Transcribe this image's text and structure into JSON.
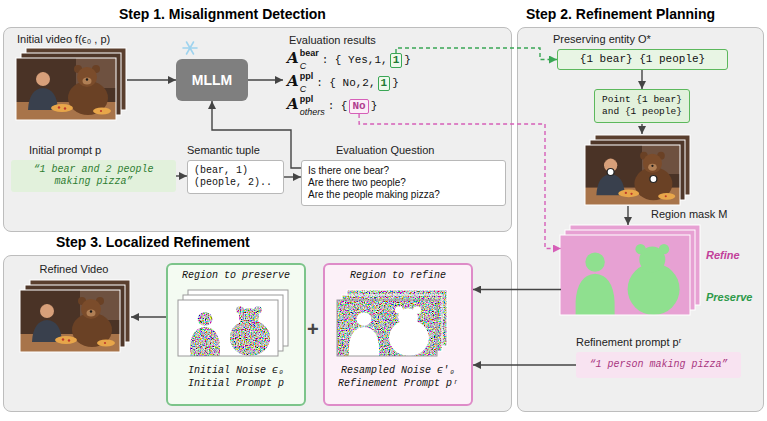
{
  "diagram": {
    "nodes": [
      {
        "text": [
          "Step 1. Misalignment Detection"
        ]
      },
      {
        "text": [
          "Initial video f(ϵ₀ , p)"
        ],
        "in": 0
      },
      {
        "text": [
          "MLLM"
        ],
        "in": 0
      },
      {
        "text": [
          "Evaluation results"
        ],
        "in": 0
      },
      {
        "text": [
          "1"
        ],
        "in": 3
      },
      {
        "text": [
          "1"
        ],
        "in": 3
      },
      {
        "text": [
          "No"
        ],
        "in": 3
      },
      {
        "text": [
          "Initial prompt p",
          "“1 bear and 2 people making pizza”"
        ],
        "in": 0
      },
      {
        "text": [
          "Semantic tuple",
          "(bear, 1)",
          "(people, 2).."
        ],
        "in": 0
      },
      {
        "text": [
          "Evaluation Question",
          "Is there one bear?",
          "Are there two people?",
          "Are the people making pizza?"
        ],
        "in": 0
      },
      {
        "text": [
          "Step 2. Refinement Planning"
        ]
      },
      {
        "text": [
          "Preserving entity O*",
          "{1 bear} {1 people}"
        ],
        "in": 10
      },
      {
        "text": [
          "Point {1 bear} and {1 people}"
        ],
        "in": 10
      },
      {
        "text": [
          "Region mask M",
          "Refine",
          "Preserve"
        ],
        "in": 10
      },
      {
        "text": [
          "Refinement prompt pʳ",
          "“1 person making pizza”"
        ],
        "in": 10
      },
      {
        "text": [
          "Step 3. Localized Refinement"
        ]
      },
      {
        "text": [
          "Refined Video"
        ],
        "in": 15
      },
      {
        "text": [
          "Region to preserve",
          "Initial Noise ϵ₀",
          "Initial Prompt p"
        ],
        "in": 15
      },
      {
        "text": [
          "Region to refine",
          "Resampled Noise ϵ′₀",
          "Refinement Prompt pʳ"
        ],
        "in": 15
      }
    ],
    "edges": [
      {
        "from": 1,
        "to": 2,
        "arrow": "to"
      },
      {
        "from": 2,
        "to": 3,
        "arrow": "to"
      },
      {
        "from": 7,
        "to": 8,
        "arrow": "to"
      },
      {
        "from": 8,
        "to": 9,
        "arrow": "to"
      },
      {
        "from": 9,
        "to": 2,
        "arrow": "to"
      },
      {
        "from": 4,
        "to": 11,
        "arrow": "to"
      },
      {
        "from": 6,
        "to": 13,
        "arrow": "to"
      },
      {
        "from": 11,
        "to": 12,
        "arrow": "to"
      },
      {
        "from": 13,
        "to": 18,
        "arrow": "to"
      },
      {
        "from": 14,
        "to": 18,
        "arrow": "to"
      },
      {
        "from": 17,
        "to": 16,
        "arrow": "to"
      }
    ],
    "labels": [
      "A",
      "bear",
      "C",
      ": { Yes,1,",
      "}",
      "A",
      "ppl",
      "C",
      ": { No,2,",
      "}",
      "A",
      "ppl",
      "others",
      ": {",
      "}",
      "+"
    ]
  }
}
